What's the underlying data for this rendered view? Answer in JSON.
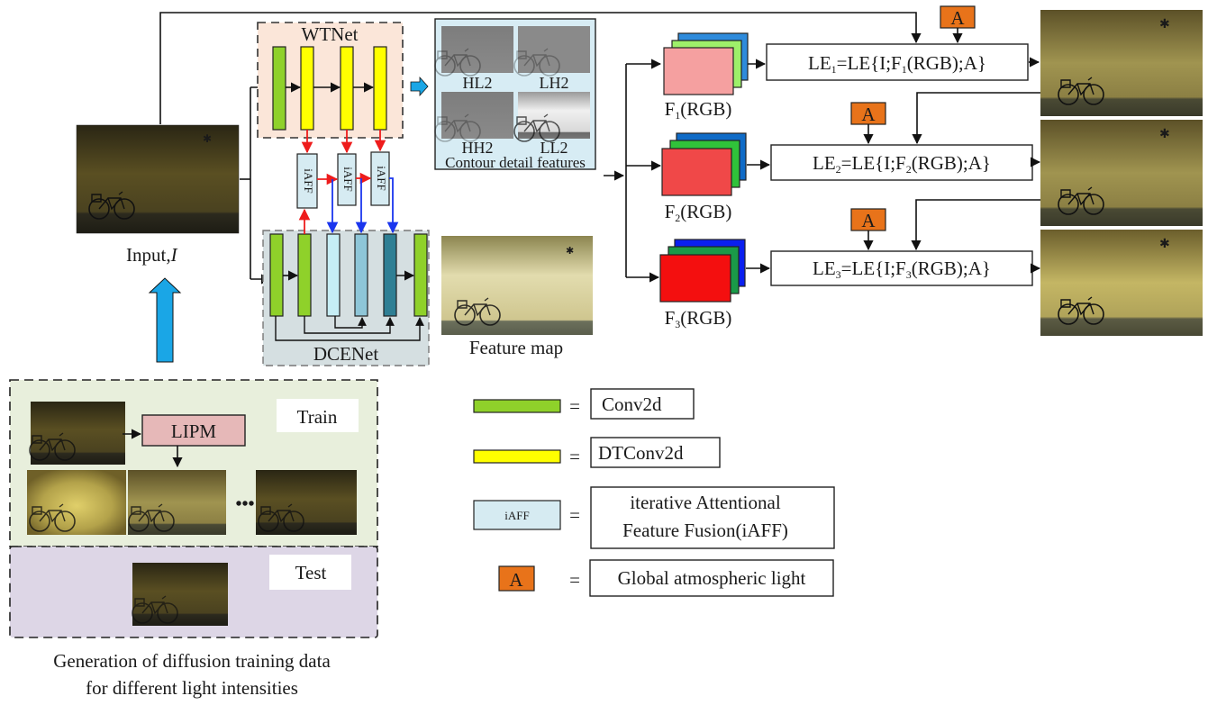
{
  "title": "Low-light enhancement pipeline diagram",
  "colors": {
    "conv2d": "#8fd12a",
    "dtconv2d": "#ffff00",
    "iaff": "#d6ebf2",
    "atmos": "#e8731a",
    "wtnet_bg": "#fbe6d9",
    "dcenet_bg": "#d5dfe1",
    "contour_bg": "#d7ecf4",
    "train_bg": "#e8efdc",
    "test_bg": "#ddd6e6",
    "lipm": "#e6b8b8",
    "blue_arrow": "#1aa6e6",
    "red_line": "#ee1c1c",
    "blue_line": "#1a35ee"
  },
  "input": {
    "label": "Input,",
    "symbol": "I"
  },
  "wtnet": {
    "label": "WTNet"
  },
  "dcenet": {
    "label": "DCENet"
  },
  "iaff_blocks": [
    "iAFF",
    "iAFF",
    "iAFF"
  ],
  "contour": {
    "tiles": [
      "HL2",
      "LH2",
      "HH2",
      "LL2"
    ],
    "caption": "Contour detail features"
  },
  "feature_map": {
    "label": "Feature map"
  },
  "branches": [
    {
      "f_label": "F",
      "f_sub": "1",
      "f_suffix": "(RGB)",
      "eq_pre": "LE",
      "eq_sub": "1",
      "eq_mid": "=LE{I;F",
      "eq_sub2": "1",
      "eq_post": "(RGB);A}",
      "atmos": "A"
    },
    {
      "f_label": "F",
      "f_sub": "2",
      "f_suffix": "(RGB)",
      "eq_pre": "LE",
      "eq_sub": "2",
      "eq_mid": "=LE{I;F",
      "eq_sub2": "2",
      "eq_post": "(RGB);A}",
      "atmos": "A"
    },
    {
      "f_label": "F",
      "f_sub": "3",
      "f_suffix": "(RGB)",
      "eq_pre": "LE",
      "eq_sub": "3",
      "eq_mid": "=LE{I;F",
      "eq_sub2": "3",
      "eq_post": "(RGB);A}",
      "atmos": "A"
    }
  ],
  "training": {
    "train_label": "Train",
    "test_label": "Test",
    "lipm_label": "LIPM",
    "ellipsis": "•••",
    "caption_line1": "Generation of diffusion training data",
    "caption_line2": "for different light intensities"
  },
  "legend": [
    {
      "key": "conv2d",
      "eq": "=",
      "text": "Conv2d"
    },
    {
      "key": "dtconv2d",
      "eq": "=",
      "text": "DTConv2d"
    },
    {
      "key": "iaff",
      "eq": "=",
      "swatch_text": "iAFF",
      "text_line1": "iterative Attentional",
      "text_line2": "Feature Fusion(iAFF)"
    },
    {
      "key": "atmos",
      "eq": "=",
      "swatch_text": "A",
      "text": "Global atmospheric light"
    }
  ]
}
